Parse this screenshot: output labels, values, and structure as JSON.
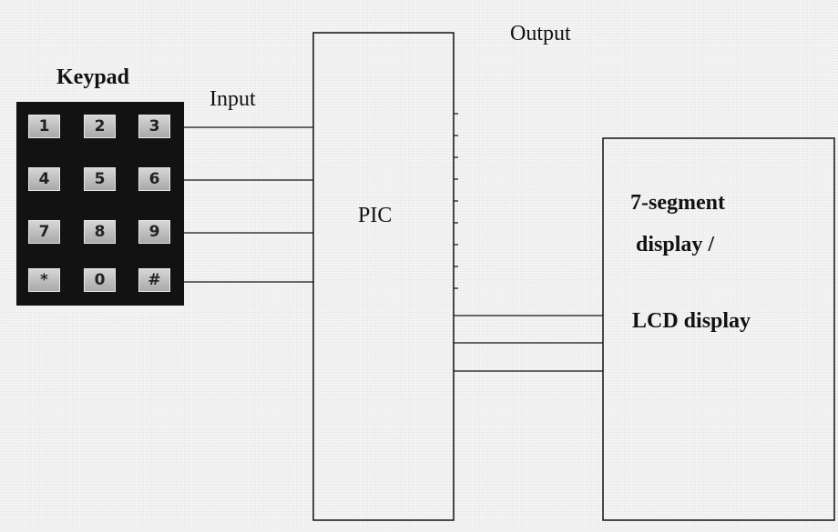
{
  "labels": {
    "keypad_title": "Keypad",
    "input": "Input",
    "output": "Output",
    "pic": "PIC",
    "display_line1": "7-segment",
    "display_line2": "display /",
    "display_line3": "LCD display"
  },
  "keypad": {
    "keys": [
      "1",
      "2",
      "3",
      "4",
      "5",
      "6",
      "7",
      "8",
      "9",
      "*",
      "0",
      "#"
    ]
  }
}
